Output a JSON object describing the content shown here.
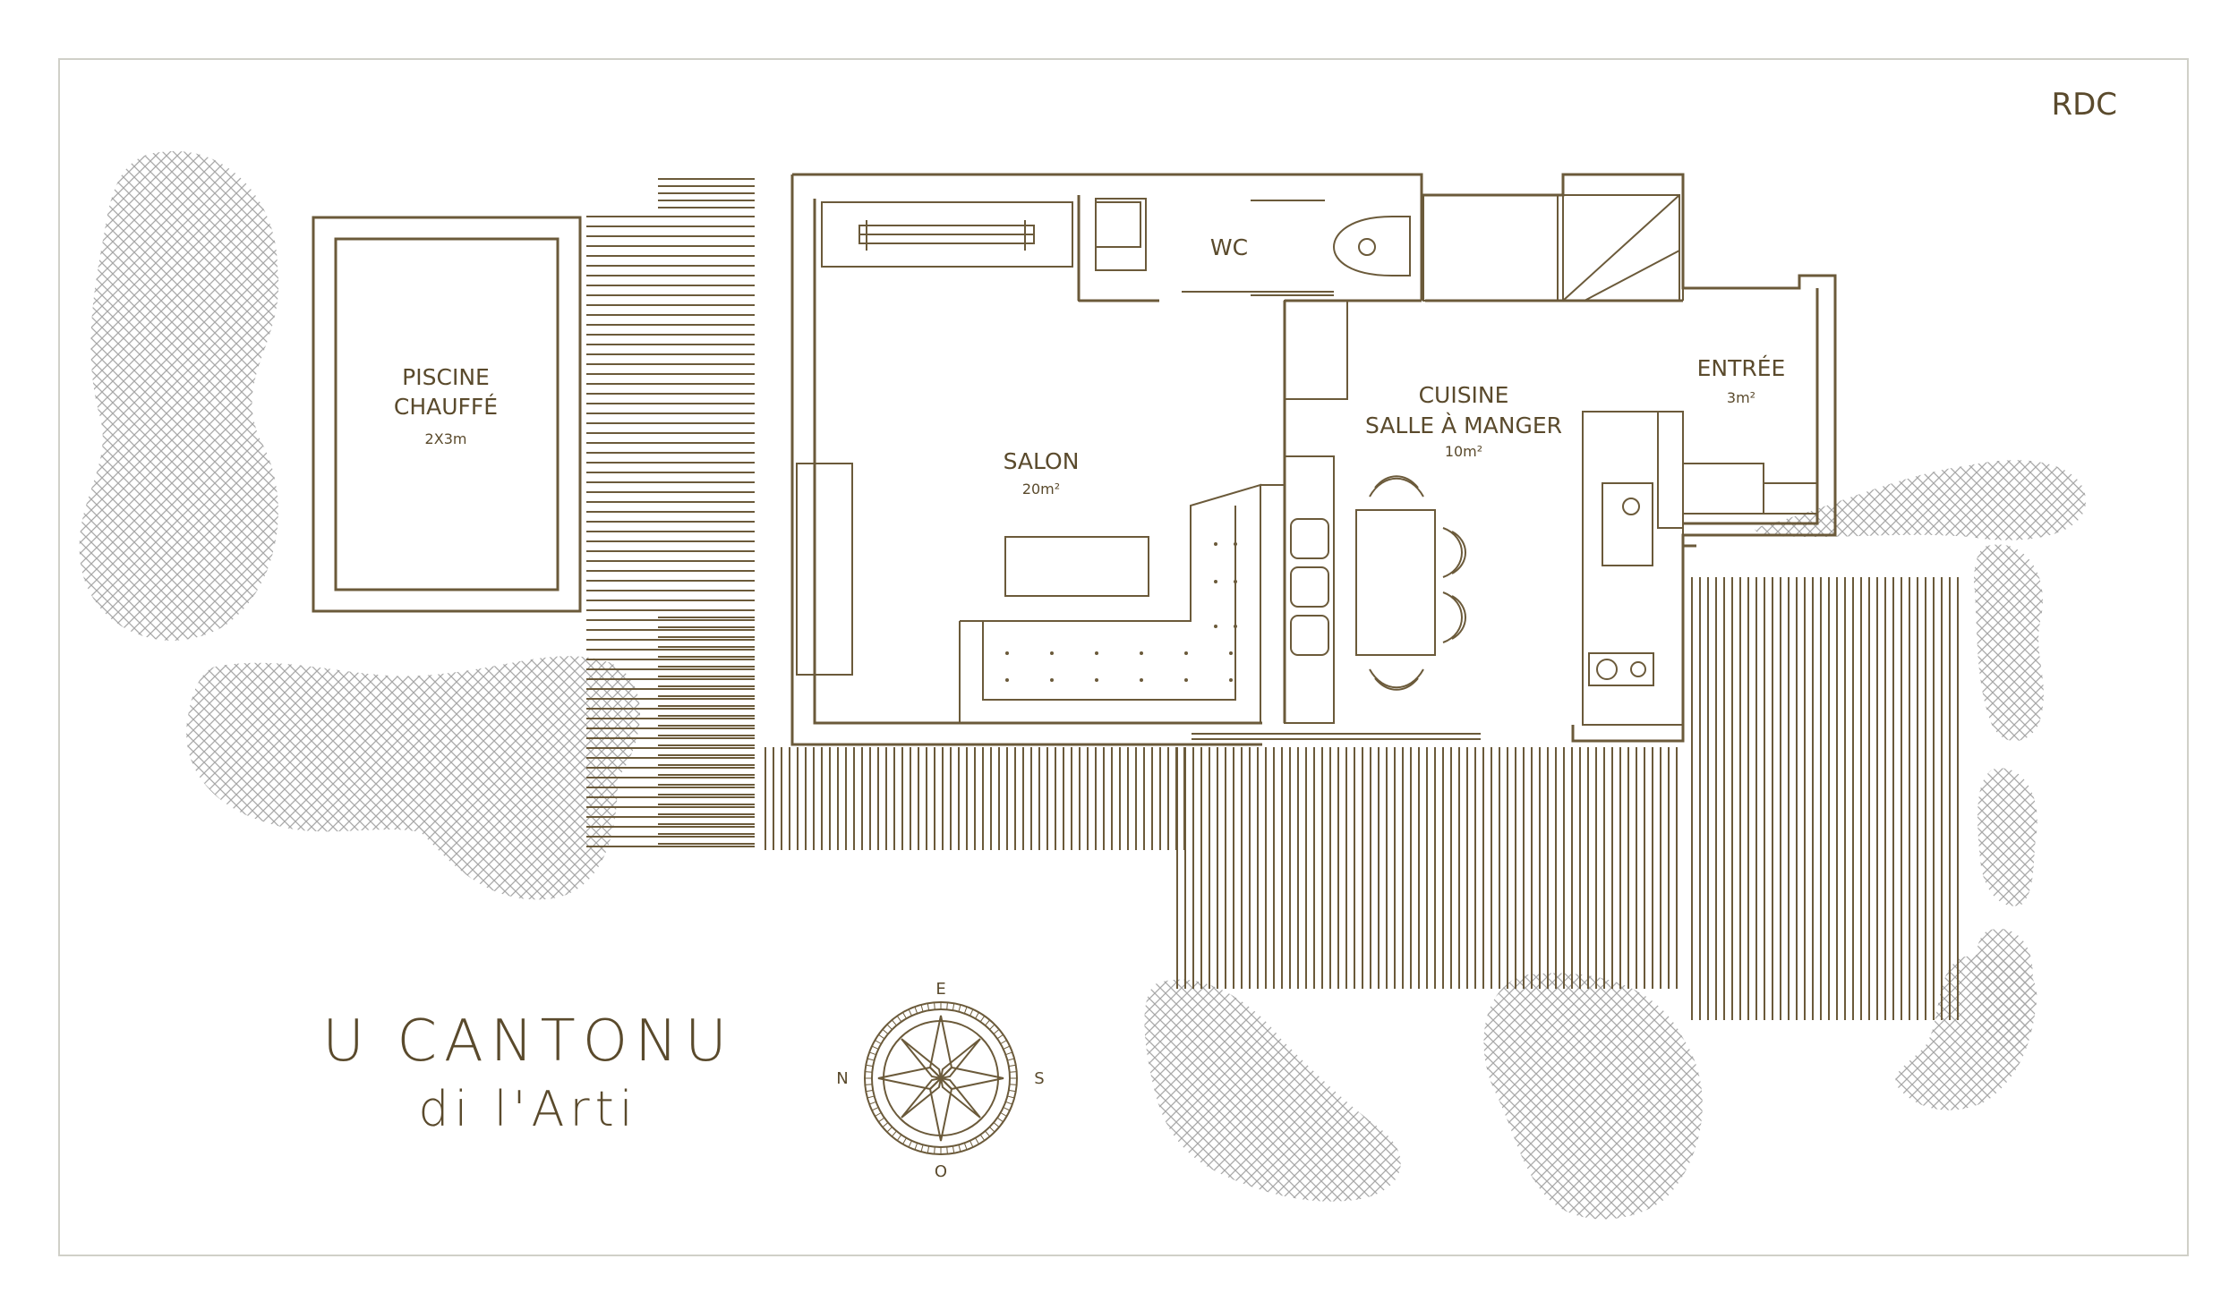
{
  "floor_label": "RDC",
  "brand": {
    "line1": "U CANTONU",
    "line2": "di l'Arti"
  },
  "rooms": [
    {
      "key": "pool",
      "name_line1": "PISCINE",
      "name_line2": "CHAUFFÉ",
      "area": "2X3m"
    },
    {
      "key": "salon",
      "name_line1": "SALON",
      "area": "20m²"
    },
    {
      "key": "wc",
      "name_line1": "WC"
    },
    {
      "key": "cuisine",
      "name_line1": "CUISINE",
      "name_line2": "SALLE À MANGER",
      "area": "10m²"
    },
    {
      "key": "entree",
      "name_line1": "ENTRÉE",
      "area": "3m²"
    }
  ],
  "compass": {
    "north": "N",
    "east": "E",
    "south": "S",
    "west": "O"
  },
  "colors": {
    "line": "#6b5a3a",
    "text": "#5a4a2c",
    "vegetation": "#b8b8b8",
    "border": "#d0d0c8"
  }
}
